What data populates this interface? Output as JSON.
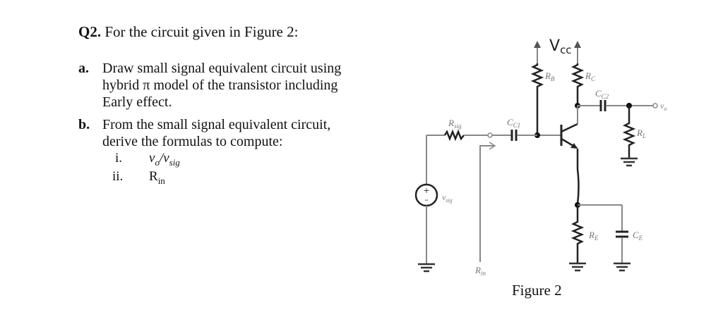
{
  "question": {
    "number": "Q2.",
    "title": "For the circuit given in Figure 2:",
    "parts": [
      {
        "label": "a.",
        "lines": [
          "Draw small signal equivalent circuit using",
          "hybrid π model of the transistor including",
          "Early effect."
        ]
      },
      {
        "label": "b.",
        "lines": [
          "From the small signal equivalent circuit,",
          "derive the formulas to compute:"
        ],
        "subitems": [
          {
            "label": "i.",
            "text_main": "v",
            "text_sub1": "o",
            "text_sep": "/v",
            "text_sub2": "sig"
          },
          {
            "label": "ii.",
            "text_main": "R",
            "text_sub1": "in"
          }
        ]
      }
    ]
  },
  "figure": {
    "caption": "Figure 2",
    "labels": {
      "vcc": "V",
      "vcc_sub": "cc",
      "rb": "R",
      "rb_sub": "B",
      "rc": "R",
      "rc_sub": "C",
      "cc2": "C",
      "cc2_sub": "C2",
      "vo": "v",
      "vo_sub": "o",
      "rl": "R",
      "rl_sub": "L",
      "rsig": "R",
      "rsig_sub": "sig",
      "cc1": "C",
      "cc1_sub": "C1",
      "vsig": "v",
      "vsig_sub": "sig",
      "rin": "R",
      "rin_sub": "in",
      "re": "R",
      "re_sub": "E",
      "ce": "C",
      "ce_sub": "E",
      "plus": "+",
      "minus": "–"
    }
  }
}
